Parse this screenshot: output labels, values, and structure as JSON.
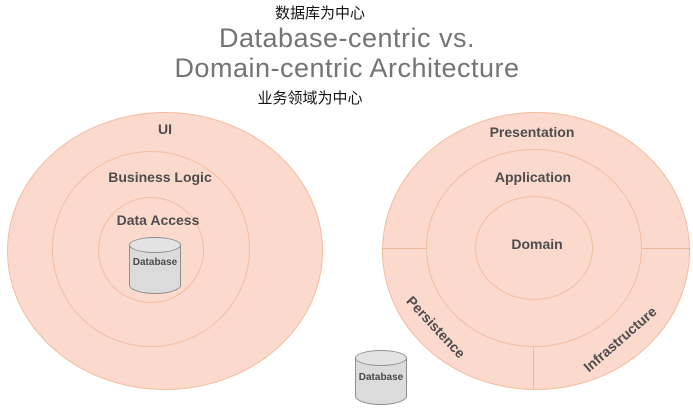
{
  "header": {
    "caption_top_zh": "数据库为中心",
    "title_line1": "Database-centric vs.",
    "title_line2": "Domain-centric Architecture",
    "caption_bottom_zh": "业务领域为中心"
  },
  "left_diagram": {
    "name": "Database-centric architecture",
    "labels": {
      "outer": "UI",
      "middle": "Business Logic",
      "inner": "Data Access"
    },
    "database_label": "Database"
  },
  "right_diagram": {
    "name": "Domain-centric architecture",
    "labels": {
      "outer": "Presentation",
      "middle": "Application",
      "inner": "Domain"
    },
    "segments": {
      "bottom_left": "Persistence",
      "bottom_right": "Infrastructure"
    },
    "database_label": "Database"
  },
  "colors": {
    "circle_fill": "#fbd9cd",
    "circle_stroke": "#f3bda0",
    "title_gray": "#747474",
    "label_dark": "#4d4d4d",
    "caption_black": "#141414",
    "cylinder_fill": "#dbdbdb",
    "cylinder_stroke": "#8f8f8f"
  }
}
